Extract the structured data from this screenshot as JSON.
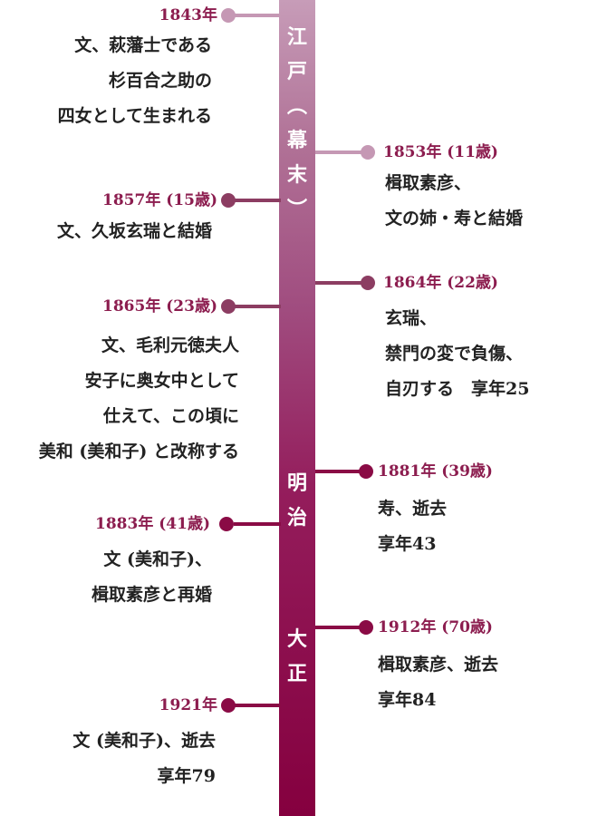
{
  "eras": [
    {
      "chars": [
        "江",
        "戸",
        "︵",
        "幕",
        "末",
        "︶"
      ]
    },
    {
      "chars": [
        "明",
        "治"
      ]
    },
    {
      "chars": [
        "大",
        "正"
      ]
    }
  ],
  "events": [
    {
      "year": "1843年",
      "lines": [
        "文、萩藩士である",
        "杉百合之助の",
        "四女として生まれる"
      ],
      "color": "#c598b4"
    },
    {
      "year": "1853年 (11歳)",
      "lines": [
        "楫取素彦、",
        "文の姉・寿と結婚"
      ],
      "color": "#c598b4"
    },
    {
      "year": "1857年 (15歳)",
      "lines": [
        "文、久坂玄瑞と結婚"
      ],
      "color": "#8c3d62"
    },
    {
      "year": "1864年 (22歳)",
      "lines": [
        "玄瑞、",
        "禁門の変で負傷、",
        "自刃する　享年25"
      ],
      "color": "#8c3d62"
    },
    {
      "year": "1865年 (23歳)",
      "lines": [
        "文、毛利元徳夫人",
        "安子に奥女中として",
        "仕えて、この頃に",
        "美和 (美和子) と改称する"
      ],
      "color": "#8c3d62"
    },
    {
      "year": "1881年 (39歳)",
      "lines": [
        "寿、逝去",
        "享年43"
      ],
      "color": "#8a0b45"
    },
    {
      "year": "1883年 (41歳)",
      "lines": [
        "文 (美和子)、",
        "楫取素彦と再婚"
      ],
      "color": "#8a0b45"
    },
    {
      "year": "1912年 (70歳)",
      "lines": [
        "楫取素彦、逝去",
        "享年84"
      ],
      "color": "#8a0b45"
    },
    {
      "year": "1921年",
      "lines": [
        "文 (美和子)、逝去",
        "享年79"
      ],
      "color": "#8a0b45"
    }
  ]
}
